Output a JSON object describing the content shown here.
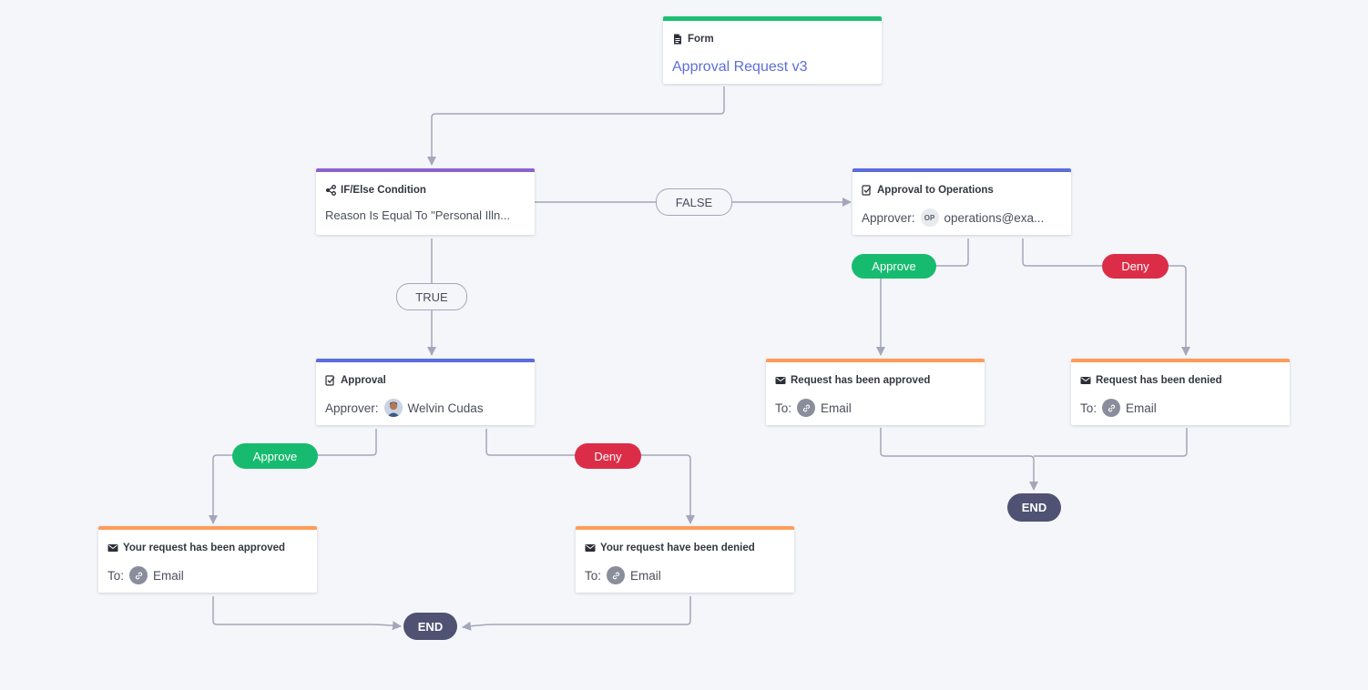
{
  "form_node": {
    "type": "Form",
    "title": "Approval Request v3"
  },
  "ifelse_node": {
    "type": "IF/Else Condition",
    "condition": "Reason Is Equal To \"Personal Illn..."
  },
  "ops_approval_node": {
    "type": "Approval to Operations",
    "approver_label": "Approver:",
    "approver_initials": "OP",
    "approver": "operations@exa..."
  },
  "approval_node": {
    "type": "Approval",
    "approver_label": "Approver:",
    "approver": "Welvin Cudas"
  },
  "ops_approved_email": {
    "subject": "Request has been approved",
    "to_label": "To:",
    "to": "Email"
  },
  "ops_denied_email": {
    "subject": "Request has been denied",
    "to_label": "To:",
    "to": "Email"
  },
  "approved_email": {
    "subject": "Your request has been approved",
    "to_label": "To:",
    "to": "Email"
  },
  "denied_email": {
    "subject": "Your request have been denied",
    "to_label": "To:",
    "to": "Email"
  },
  "labels": {
    "false": "FALSE",
    "true": "TRUE",
    "approve": "Approve",
    "deny": "Deny",
    "end": "END"
  },
  "colors": {
    "form": "#1cc074",
    "condition": "#8b63cf",
    "approval": "#5c6cdc",
    "email": "#ff9c5a",
    "approve": "#17bb6f",
    "deny": "#dc2d48",
    "end": "#4f5272",
    "connector": "#a4a6ba"
  },
  "icons": {
    "form": "document-icon",
    "condition": "branch-icon",
    "approval": "approval-icon",
    "email": "envelope-icon",
    "link": "link-icon"
  }
}
